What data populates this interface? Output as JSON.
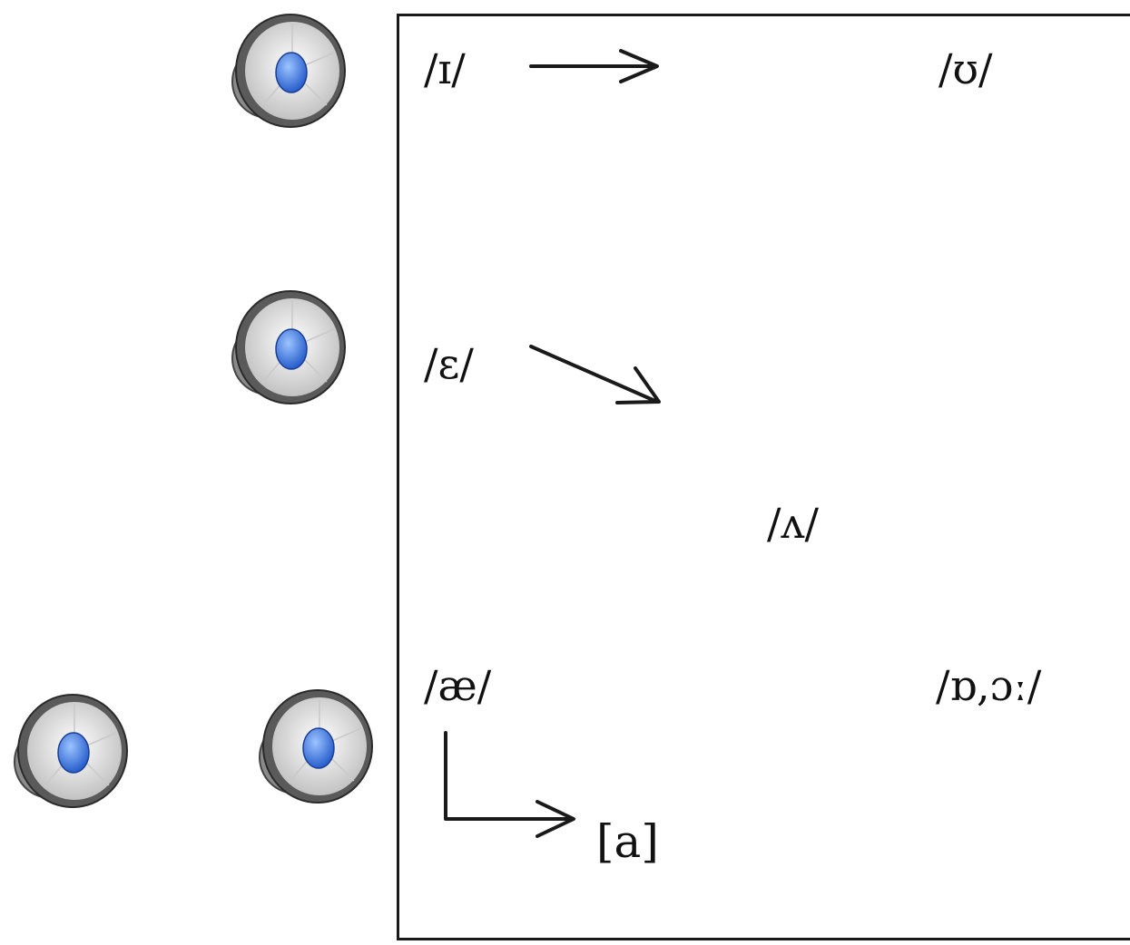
{
  "vowels": {
    "high_front": "/ɪ/",
    "high_back": "/ʊ/",
    "mid_front": "/ɛ/",
    "mid_central": "/ʌ/",
    "low_front": "/æ/",
    "low_back": "/ɒ,ɔː/",
    "shifted": "[a]"
  },
  "icons": {
    "speaker": "speaker-icon"
  },
  "colors": {
    "line": "#1a1a1a",
    "speaker_body": "#9a9a9a",
    "speaker_cone": "#e6e6e6",
    "speaker_center": "#2f6fe0"
  }
}
